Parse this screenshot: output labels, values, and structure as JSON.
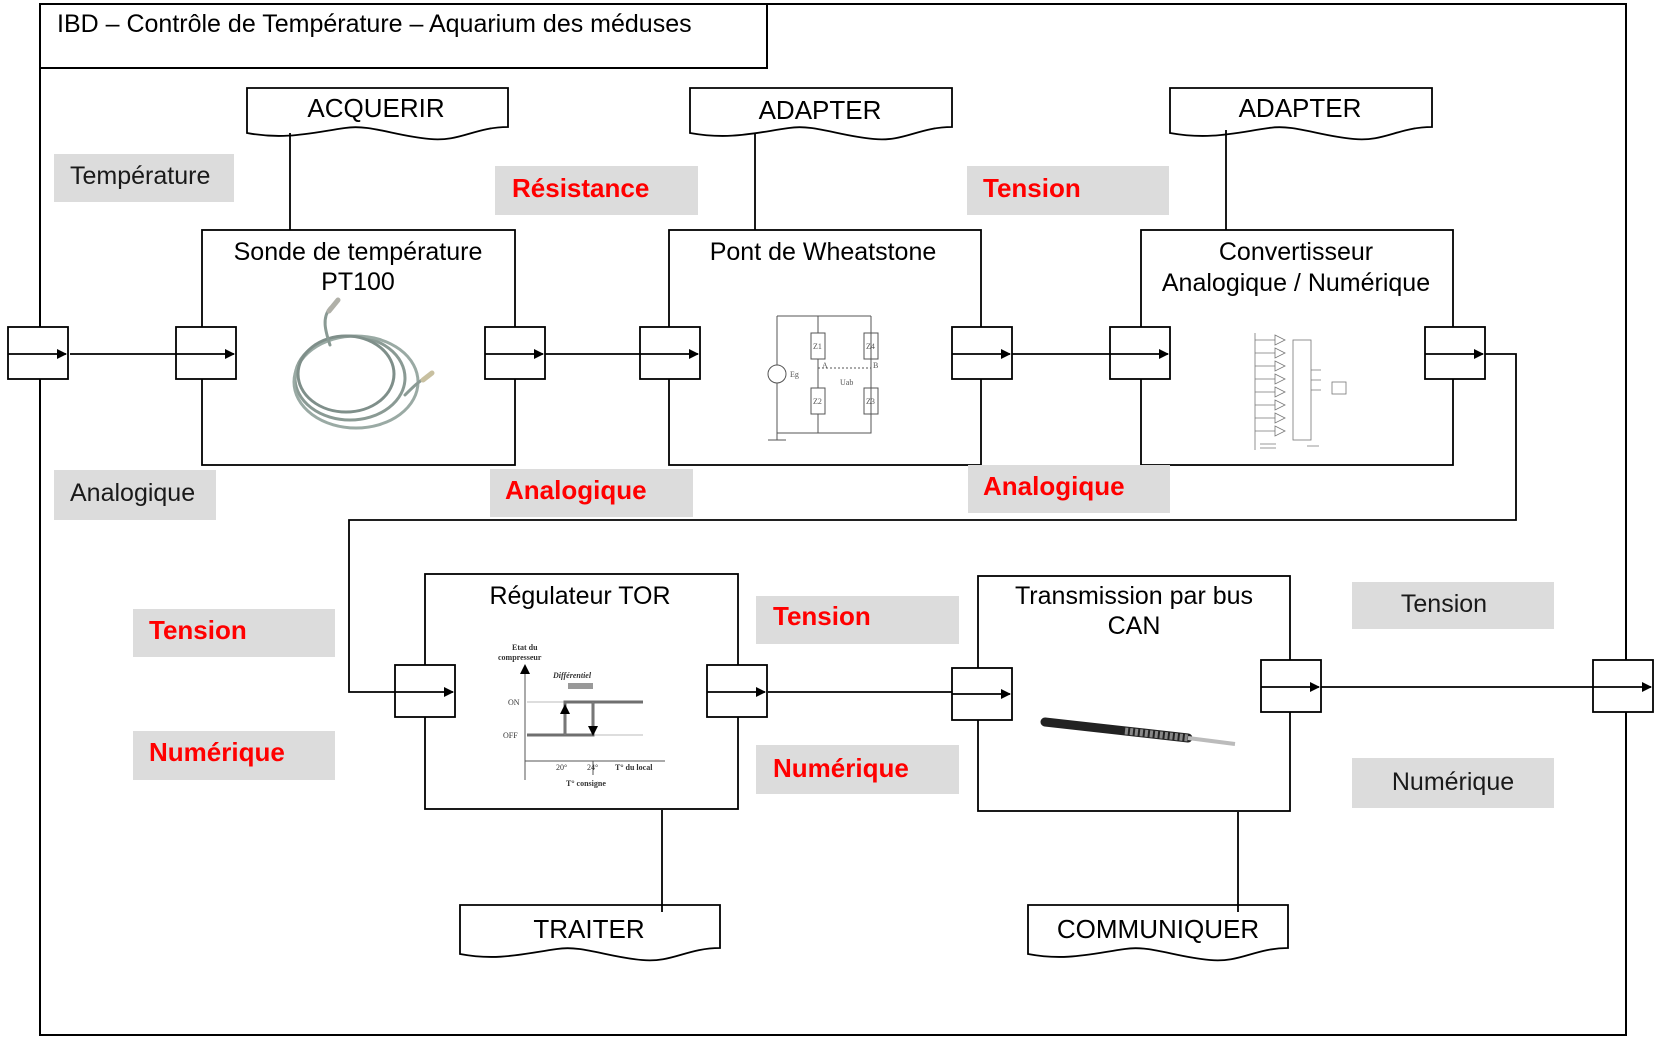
{
  "title": "IBD – Contrôle de Température – Aquarium des méduses",
  "functions": {
    "acquerir": "ACQUERIR",
    "adapter_1": "ADAPTER",
    "adapter_2": "ADAPTER",
    "traiter": "TRAITER",
    "communiquer": "COMMUNIQUER"
  },
  "blocks": {
    "sonde": {
      "line1": "Sonde de température",
      "line2": "PT100"
    },
    "pont": {
      "line1": "Pont de Wheatstone"
    },
    "can": {
      "line1": "Convertisseur",
      "line2": "Analogique / Numérique"
    },
    "regulateur": {
      "line1": "Régulateur TOR"
    },
    "transmission": {
      "line1": "Transmission par bus",
      "line2": "CAN"
    }
  },
  "flows": {
    "input_nature": "Température",
    "input_type": "Analogique",
    "f1_nature": "Résistance",
    "f1_type": "Analogique",
    "f2_nature": "Tension",
    "f2_type": "Analogique",
    "f3_nature": "Tension",
    "f3_type": "Numérique",
    "f4_nature": "Tension",
    "f4_type": "Numérique",
    "out_nature": "Tension",
    "out_type": "Numérique"
  },
  "tor_graph": {
    "y_title_line1": "Etat du",
    "y_title_line2": "compresseur",
    "differential": "Différentiel",
    "on": "ON",
    "off": "OFF",
    "t1": "20°",
    "t2": "24°",
    "x_title": "T° du local",
    "setpoint": "T° consigne"
  },
  "wheatstone": {
    "z1": "Z1",
    "z2": "Z2",
    "z3": "Z3",
    "z4": "Z4",
    "eg": "Eg",
    "uab": "Uab",
    "node_a": "A",
    "node_b": "B"
  },
  "colors": {
    "highlight_red": "#ff0000",
    "label_gray": "#dcdcdc",
    "line": "#000000"
  }
}
